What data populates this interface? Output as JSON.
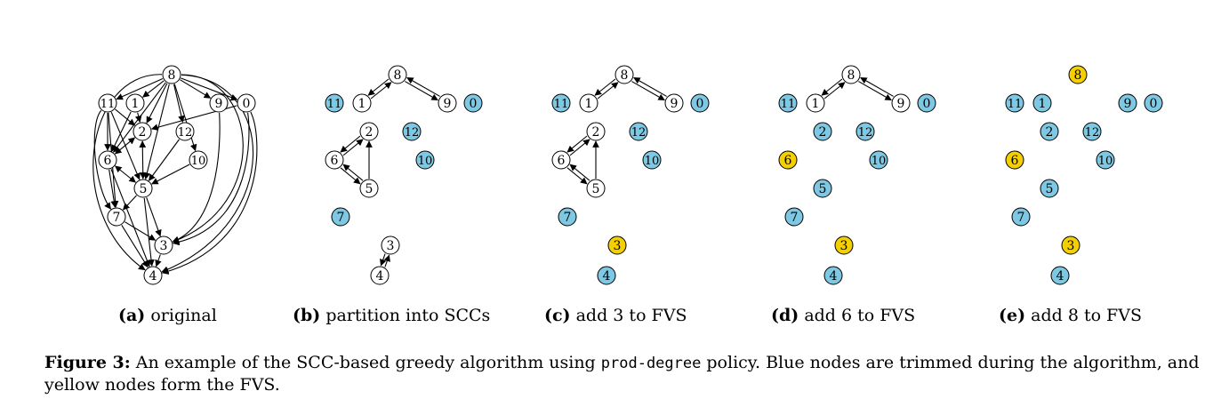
{
  "colors": {
    "trimmed": "#7ec8e3",
    "fvs": "#f5d000",
    "plain": "#ffffff",
    "stroke": "#000000"
  },
  "panels": [
    {
      "id": "a",
      "label": "(a)",
      "title": "original"
    },
    {
      "id": "b",
      "label": "(b)",
      "title": "partition into SCCs"
    },
    {
      "id": "c",
      "label": "(c)",
      "title": "add 3 to FVS"
    },
    {
      "id": "d",
      "label": "(d)",
      "title": "add 6 to FVS"
    },
    {
      "id": "e",
      "label": "(e)",
      "title": "add 8 to FVS"
    }
  ],
  "node_labels": [
    "0",
    "1",
    "2",
    "3",
    "4",
    "5",
    "6",
    "7",
    "8",
    "9",
    "10",
    "11",
    "12"
  ],
  "node_states": {
    "b": {
      "trimmed": [
        "11",
        "0",
        "12",
        "10",
        "7"
      ],
      "fvs": []
    },
    "c": {
      "trimmed": [
        "11",
        "0",
        "12",
        "10",
        "7",
        "4"
      ],
      "fvs": [
        "3"
      ]
    },
    "d": {
      "trimmed": [
        "11",
        "0",
        "2",
        "12",
        "10",
        "5",
        "7",
        "4"
      ],
      "fvs": [
        "6",
        "3"
      ]
    },
    "e": {
      "trimmed": [
        "11",
        "1",
        "9",
        "0",
        "2",
        "12",
        "10",
        "5",
        "7",
        "4"
      ],
      "fvs": [
        "8",
        "6",
        "3"
      ]
    }
  },
  "caption": {
    "label": "Figure 3:",
    "before": " An example of the SCC-based greedy algorithm using ",
    "code": "prod-degree",
    "after": " policy. Blue nodes are trimmed during the algorithm, and yellow nodes form the FVS."
  }
}
